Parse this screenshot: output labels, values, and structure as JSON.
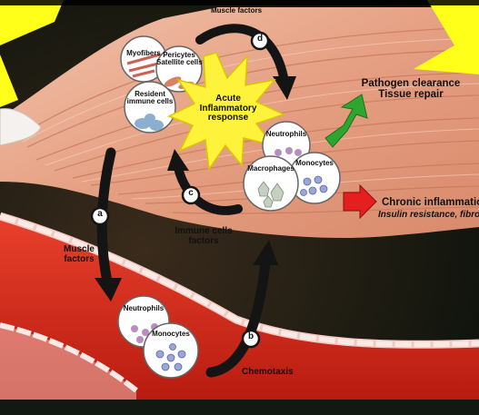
{
  "labels": {
    "muscle_factors_top": "Muscle factors",
    "step_a": "a",
    "step_b": "b",
    "step_c": "c",
    "step_d": "d",
    "muscle_factors_left_line1": "Muscle",
    "muscle_factors_left_line2": "factors",
    "myofibers": "Myofibers",
    "pericytes_line1": "Pericytes",
    "pericytes_line2": "Satellite cells",
    "resident_line1": "Resident",
    "resident_line2": "immune cells",
    "acute_line1": "Acute",
    "acute_line2": "Inflammatory",
    "acute_line3": "response",
    "neutrophils_tissue": "Neutrophils",
    "monocytes_tissue": "Monocytes",
    "macrophages": "Macrophages",
    "pathogen_line1": "Pathogen clearance",
    "pathogen_line2": "Tissue repair",
    "chronic_line1": "Chronic inflammation",
    "chronic_line2": "Insulin resistance, fibrosis",
    "immune_factors_line1": "Immune cells",
    "immune_factors_line2": "factors",
    "neutrophils_vessel": "Neutrophils",
    "monocytes_vessel": "Monocytes",
    "chemotaxis": "Chemotaxis"
  },
  "colors": {
    "muscle": "#e9a88c",
    "vessel": "#d42a1a",
    "burst": "#fff23a",
    "good_arrow": "#2ea52e",
    "bad_arrow": "#e51e1e",
    "corner_yellow": "#ffff1a"
  }
}
